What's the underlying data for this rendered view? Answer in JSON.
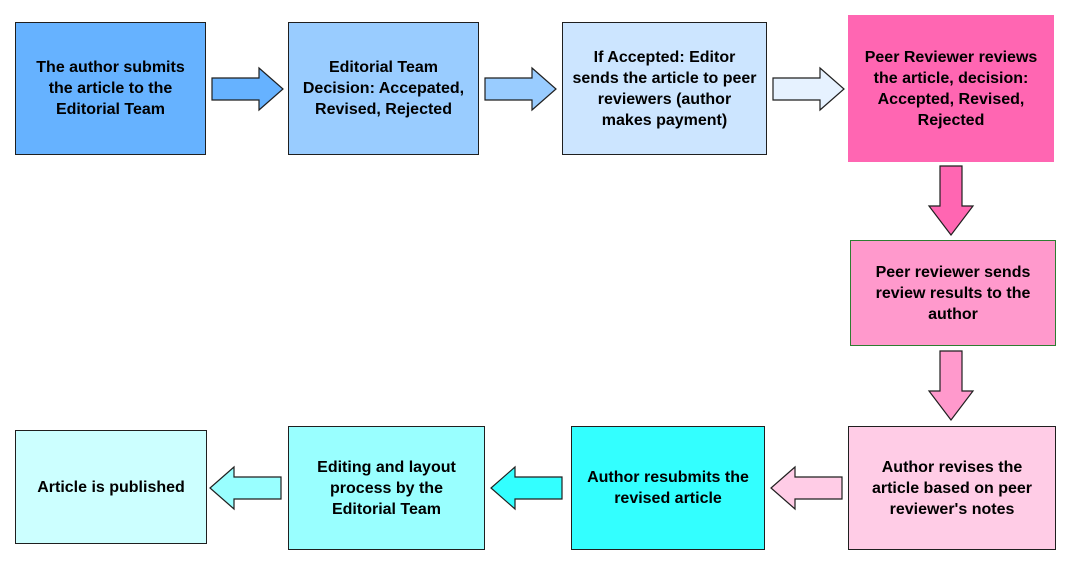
{
  "diagram": {
    "steps": [
      {
        "id": "submit",
        "label": "The author submits the article to the Editorial Team",
        "color": "#66b2ff"
      },
      {
        "id": "decision",
        "label": "Editorial Team Decision: Accepated, Revised, Rejected",
        "color": "#99ccff"
      },
      {
        "id": "send-reviewers",
        "label": "If Accepted: Editor sends the article to peer reviewers (author makes payment)",
        "color": "#cce5ff"
      },
      {
        "id": "peer-review",
        "label": "Peer Reviewer reviews the article, decision: Accepted, Revised, Rejected",
        "color": "#ff66b2"
      },
      {
        "id": "send-results",
        "label": "Peer reviewer sends review results to the author",
        "color": "#ff99cc"
      },
      {
        "id": "author-revises",
        "label": "Author revises the article based on peer reviewer's notes",
        "color": "#ffcce6"
      },
      {
        "id": "resubmit",
        "label": "Author resubmits the revised article",
        "color": "#33ffff"
      },
      {
        "id": "editing",
        "label": "Editing and layout process by the Editorial Team",
        "color": "#99ffff"
      },
      {
        "id": "published",
        "label": "Article is published",
        "color": "#ccffff"
      }
    ],
    "arrow_colors": {
      "a1": "#66b2ff",
      "a2": "#99ccff",
      "a3": "#e6f2ff",
      "a4": "#ff66b2",
      "a5": "#ff99cc",
      "a6": "#ffcce6",
      "a7": "#33ffff",
      "a8": "#99ffff"
    }
  }
}
